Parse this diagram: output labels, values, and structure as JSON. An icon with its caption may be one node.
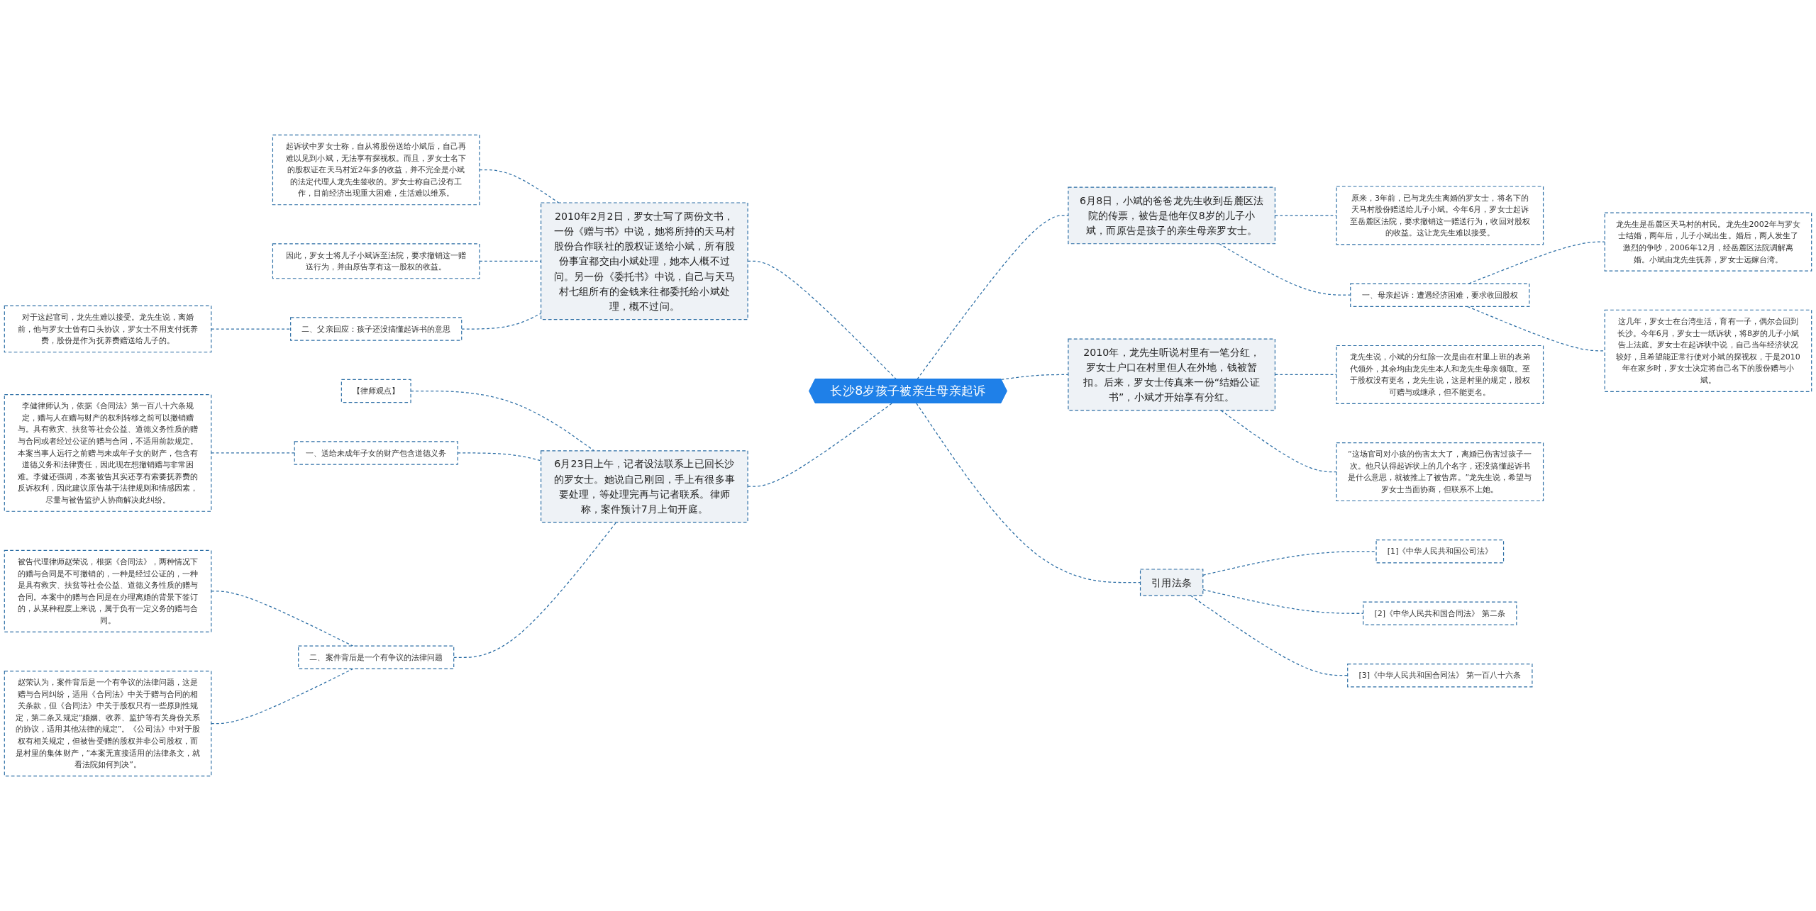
{
  "diagram": {
    "nodes": [
      {
        "text": [
          "长沙8岁孩子被亲生母亲起诉"
        ]
      },
      {
        "text": [
          "2010年2月2日，罗女士写了两份文书，一份《赠与书》中说，她将所持的天马村股份合作联社的股权证送给小斌，所有股份事宜都交由小斌处理，她本人概不过问。另一份《委托书》中说，自己与天马村七组所有的金钱来往都委托给小斌处理，概不过问。"
        ]
      },
      {
        "text": [
          "起诉状中罗女士称，自从将股份送给小斌后，自己再难以见到小斌，无法享有探视权。而且，罗女士名下的股权证在天马村近2年多的收益，并不完全是小斌的法定代理人龙先生签收的。罗女士称自己没有工作，目前经济出现重大困难，生活难以维系。"
        ]
      },
      {
        "text": [
          "因此，罗女士将儿子小斌诉至法院，要求撤销这一赠送行为，并由原告享有这一股权的收益。"
        ]
      },
      {
        "text": [
          "二、父亲回应：孩子还没搞懂起诉书的意思"
        ]
      },
      {
        "text": [
          "对于这起官司，龙先生难以接受。龙先生说，离婚前，他与罗女士曾有口头协议，罗女士不用支付抚养费，股份是作为抚养费赠送给儿子的。"
        ]
      },
      {
        "text": [
          "6月23日上午，记者设法联系上已回长沙的罗女士。她说自己刚回，手上有很多事要处理，等处理完再与记者联系。律师称，案件预计7月上旬开庭。"
        ]
      },
      {
        "text": [
          "【律师观点】"
        ]
      },
      {
        "text": [
          "一、送给未成年子女的财产包含道德义务"
        ]
      },
      {
        "text": [
          "李健律师认为，依据《合同法》第一百八十六条规定，赠与人在赠与财产的权利转移之前可以撤销赠与。具有救灾、扶贫等社会公益、道德义务性质的赠与合同或者经过公证的赠与合同，不适用前款规定。本案当事人远行之前赠与未成年子女的财产，包含有道德义务和法律责任，因此现在想撤销赠与非常困难。李健还强调，本案被告其实还享有索要抚养费的反诉权利，因此建议原告基于法律规则和情感因素，尽量与被告监护人协商解决此纠纷。"
        ]
      },
      {
        "text": [
          "二、案件背后是一个有争议的法律问题"
        ]
      },
      {
        "text": [
          "被告代理律师赵荣说，根据《合同法》，两种情况下的赠与合同是不可撤销的，一种是经过公证的，一种是具有救灾、扶贫等社会公益、道德义务性质的赠与合同。本案中的赠与合同是在办理离婚的背景下签订的，从某种程度上来说，属于负有一定义务的赠与合同。"
        ]
      },
      {
        "text": [
          "赵荣认为，案件背后是一个有争议的法律问题，这是赠与合同纠纷，适用《合同法》中关于赠与合同的相关条款，但《合同法》中关于股权只有一些原则性规定，第二条又规定“婚姻、收养、监护等有关身份关系的协议，适用其他法律的规定”。《公司法》中对于股权有相关规定，但被告受赠的股权并非公司股权，而是村里的集体财产，“本案无直接适用的法律条文，就看法院如何判决”。"
        ]
      },
      {
        "text": [
          "6月8日，小斌的爸爸龙先生收到岳麓区法院的传票，被告是他年仅8岁的儿子小斌，而原告是孩子的亲生母亲罗女士。"
        ]
      },
      {
        "text": [
          "原来，3年前，已与龙先生离婚的罗女士，将名下的天马村股份赠送给儿子小斌。今年6月，罗女士起诉至岳麓区法院，要求撤销这一赠送行为，收回对股权的收益。这让龙先生难以接受。"
        ]
      },
      {
        "text": [
          "一、母亲起诉：遭遇经济困难，要求收回股权"
        ]
      },
      {
        "text": [
          "龙先生是岳麓区天马村的村民。龙先生2002年与罗女士结婚，两年后，儿子小斌出生。婚后，两人发生了激烈的争吵，2006年12月，经岳麓区法院调解离婚。小斌由龙先生抚养，罗女士远嫁台湾。"
        ]
      },
      {
        "text": [
          "这几年，罗女士在台湾生活，育有一子，偶尔会回到长沙。今年6月，罗女士一纸诉状，将8岁的儿子小斌告上法庭。罗女士在起诉状中说，自己当年经济状况较好，且希望能正常行使对小斌的探视权，于是2010年在家乡时，罗女士决定将自己名下的股份赠与小斌。"
        ]
      },
      {
        "text": [
          "2010年，龙先生听说村里有一笔分红，罗女士户口在村里但人在外地，钱被暂扣。后来，罗女士传真来一份“结婚公证书”，小斌才开始享有分红。"
        ]
      },
      {
        "text": [
          "龙先生说，小斌的分红除一次是由在村里上班的表弟代领外，其余均由龙先生本人和龙先生母亲领取。至于股权没有更名，龙先生说，这是村里的规定，股权可赠与或继承，但不能更名。"
        ]
      },
      {
        "text": [
          "“这场官司对小孩的伤害太大了，离婚已伤害过孩子一次。他只认得起诉状上的几个名字，还没搞懂起诉书是什么意思，就被推上了被告席。”龙先生说，希望与罗女士当面协商，但联系不上她。"
        ]
      },
      {
        "text": [
          "引用法条"
        ]
      },
      {
        "text": [
          "[1]《中华人民共和国公司法》"
        ]
      },
      {
        "text": [
          "[2]《中华人民共和国合同法》 第二条"
        ]
      },
      {
        "text": [
          "[3]《中华人民共和国合同法》 第一百八十六条"
        ]
      }
    ],
    "edges": [
      {
        "from": 1,
        "to": 0,
        "arrow": "none"
      },
      {
        "from": 2,
        "to": 1,
        "arrow": "none"
      },
      {
        "from": 3,
        "to": 1,
        "arrow": "none"
      },
      {
        "from": 4,
        "to": 1,
        "arrow": "none"
      },
      {
        "from": 5,
        "to": 4,
        "arrow": "none"
      },
      {
        "from": 6,
        "to": 0,
        "arrow": "none"
      },
      {
        "from": 7,
        "to": 6,
        "arrow": "none"
      },
      {
        "from": 8,
        "to": 6,
        "arrow": "none"
      },
      {
        "from": 9,
        "to": 8,
        "arrow": "none"
      },
      {
        "from": 10,
        "to": 6,
        "arrow": "none"
      },
      {
        "from": 11,
        "to": 10,
        "arrow": "none"
      },
      {
        "from": 12,
        "to": 10,
        "arrow": "none"
      },
      {
        "from": 0,
        "to": 13,
        "arrow": "none"
      },
      {
        "from": 13,
        "to": 14,
        "arrow": "none"
      },
      {
        "from": 13,
        "to": 15,
        "arrow": "none"
      },
      {
        "from": 15,
        "to": 16,
        "arrow": "none"
      },
      {
        "from": 15,
        "to": 17,
        "arrow": "none"
      },
      {
        "from": 0,
        "to": 18,
        "arrow": "none"
      },
      {
        "from": 18,
        "to": 19,
        "arrow": "none"
      },
      {
        "from": 18,
        "to": 20,
        "arrow": "none"
      },
      {
        "from": 0,
        "to": 21,
        "arrow": "none"
      },
      {
        "from": 21,
        "to": 22,
        "arrow": "none"
      },
      {
        "from": 21,
        "to": 23,
        "arrow": "none"
      },
      {
        "from": 21,
        "to": 24,
        "arrow": "none"
      }
    ]
  }
}
